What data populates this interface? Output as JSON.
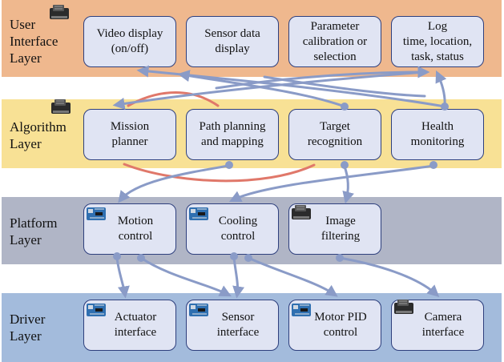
{
  "colors": {
    "ui_layer": "#efb88e",
    "algorithm_layer": "#f8e195",
    "platform_layer": "#b0b5c6",
    "driver_layer": "#a3bbdc",
    "module_fill": "#e0e4f3",
    "module_border": "#2e3f7d",
    "data_flow": "#8a9bc7",
    "algorithm_link": "#e0786a"
  },
  "layers": [
    {
      "id": "ui",
      "label": "User\nInterface\nLayer",
      "chip": "jetson-board-icon",
      "modules": [
        {
          "id": "video-display",
          "label": "Video display\n(on/off)"
        },
        {
          "id": "sensor-data-display",
          "label": "Sensor data\ndisplay"
        },
        {
          "id": "parameter-calibration",
          "label": "Parameter\ncalibration or\nselection"
        },
        {
          "id": "log",
          "label": "Log\ntime, location,\ntask, status"
        }
      ]
    },
    {
      "id": "algorithm",
      "label": "Algorithm\nLayer",
      "chip": "jetson-board-icon",
      "modules": [
        {
          "id": "mission-planner",
          "label": "Mission\nplanner"
        },
        {
          "id": "path-planning",
          "label": "Path planning\nand mapping"
        },
        {
          "id": "target-recognition",
          "label": "Target\nrecognition"
        },
        {
          "id": "health-monitoring",
          "label": "Health\nmonitoring"
        }
      ]
    },
    {
      "id": "platform",
      "label": "Platform\nLayer",
      "chip": "",
      "modules": [
        {
          "id": "motion-control",
          "label": "Motion\ncontrol",
          "chip": "arduino-board-icon"
        },
        {
          "id": "cooling-control",
          "label": "Cooling\ncontrol",
          "chip": "arduino-board-icon"
        },
        {
          "id": "image-filtering",
          "label": "Image\nfiltering",
          "chip": "jetson-board-icon"
        }
      ]
    },
    {
      "id": "driver",
      "label": "Driver\nLayer",
      "chip": "",
      "modules": [
        {
          "id": "actuator-interface",
          "label": "Actuator\ninterface",
          "chip": "arduino-board-icon"
        },
        {
          "id": "sensor-interface",
          "label": "Sensor\ninterface",
          "chip": "arduino-board-icon"
        },
        {
          "id": "motor-pid-control",
          "label": "Motor PID\ncontrol",
          "chip": "arduino-board-icon"
        },
        {
          "id": "camera-interface",
          "label": "Camera\ninterface",
          "chip": "jetson-board-icon"
        }
      ]
    }
  ]
}
